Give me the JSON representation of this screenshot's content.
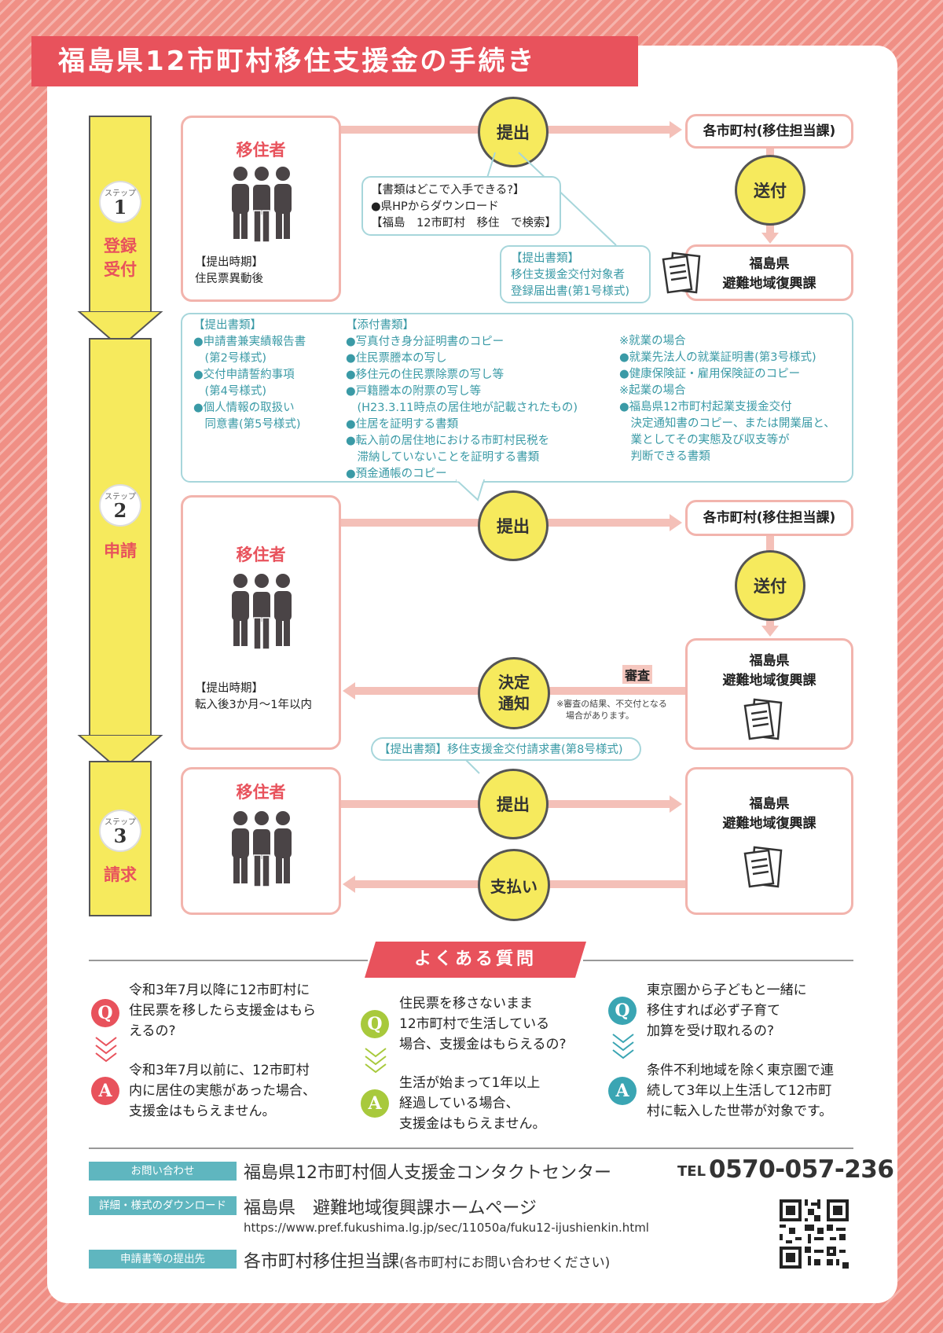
{
  "title": "福島県12市町村移住支援金の手続き",
  "colors": {
    "accent_red": "#e8525c",
    "yellow": "#f6ea5d",
    "teal": "#3a9aa6",
    "pink_line": "#f4c0b8"
  },
  "steps": [
    {
      "label": "ステップ",
      "number": "1",
      "name_line1": "登録",
      "name_line2": "受付"
    },
    {
      "label": "ステップ",
      "number": "2",
      "name_line1": "申請",
      "name_line2": ""
    },
    {
      "label": "ステップ",
      "number": "3",
      "name_line1": "請求",
      "name_line2": ""
    }
  ],
  "mover_label": "移住者",
  "people_icon": "people-group-icon",
  "document_icon": "documents-icon",
  "step1": {
    "timing_label": "【提出時期】",
    "timing_value": "住民票異動後",
    "submit": "提出",
    "dest_municipality": "各市町村(移住担当課)",
    "send": "送付",
    "dest_pref_line1": "福島県",
    "dest_pref_line2": "避難地域復興課",
    "where_line1": "【書類はどこで入手できる?】",
    "where_line2": "●県HPからダウンロード",
    "where_line3": "【福島　12市町村　移住　で検索】",
    "docs_label": "【提出書類】",
    "docs_line1": "移住支援金交付対象者",
    "docs_line2": "登録届出書(第1号様式)"
  },
  "step2_docs": {
    "col1_head": "【提出書類】",
    "col1_items": [
      "●申請書兼実績報告書",
      "　(第2号様式)",
      "●交付申請誓約事項",
      "　(第4号様式)",
      "●個人情報の取扱い",
      "　同意書(第5号様式)"
    ],
    "col2_head": "【添付書類】",
    "col2_items": [
      "●写真付き身分証明書のコピー",
      "●住民票謄本の写し",
      "●移住元の住民票除票の写し等",
      "●戸籍謄本の附票の写し等",
      "　(H23.3.11時点の居住地が記載されたもの)",
      "●住居を証明する書類",
      "●転入前の居住地における市町村民税を",
      "　滞納していないことを証明する書類",
      "●預金通帳のコピー"
    ],
    "col3_items": [
      "※就業の場合",
      "●就業先法人の就業証明書(第3号様式)",
      "●健康保険証・雇用保険証のコピー",
      "※起業の場合",
      "●福島県12市町村起業支援金交付",
      "　決定通知書のコピー、または開業届と、",
      "　業としてその実態及び収支等が",
      "　判断できる書類"
    ]
  },
  "step2": {
    "timing_label": "【提出時期】",
    "timing_value": "転入後3か月〜1年以内",
    "submit": "提出",
    "dest_municipality": "各市町村(移住担当課)",
    "send": "送付",
    "dest_pref_line1": "福島県",
    "dest_pref_line2": "避難地域復興課",
    "review": "審査",
    "decision_line1": "決定",
    "decision_line2": "通知",
    "note_line1": "※審査の結果、不交付となる",
    "note_line2": "場合があります。"
  },
  "step3": {
    "docs_label": "【提出書類】",
    "docs_value": "移住支援金交付請求書(第8号様式)",
    "submit": "提出",
    "pay": "支払い",
    "dest_pref_line1": "福島県",
    "dest_pref_line2": "避難地域復興課"
  },
  "faq": {
    "heading": "よくある質問",
    "items": [
      {
        "q_mark": "Q",
        "a_mark": "A",
        "color": "#e8525c",
        "q": [
          "令和3年7月以降に12市町村に",
          "住民票を移したら支援金はもら",
          "えるの?"
        ],
        "a": [
          "令和3年7月以前に、12市町村",
          "内に居住の実態があった場合、",
          "支援金はもらえません。"
        ]
      },
      {
        "q_mark": "Q",
        "a_mark": "A",
        "color": "#a8c93c",
        "q": [
          "住民票を移さないまま",
          "12市町村で生活している",
          "場合、支援金はもらえるの?"
        ],
        "a": [
          "生活が始まって1年以上",
          "経過している場合、",
          "支援金はもらえません。"
        ]
      },
      {
        "q_mark": "Q",
        "a_mark": "A",
        "color": "#3aa5b3",
        "q": [
          "東京圏から子どもと一緒に",
          "移住すれば必ず子育て",
          "加算を受け取れるの?"
        ],
        "a": [
          "条件不利地域を除く東京圏で連",
          "続して3年以上生活して12市町",
          "村に転入した世帯が対象です。"
        ]
      }
    ]
  },
  "contact": {
    "inquiry_label": "お問い合わせ",
    "inquiry_value": "福島県12市町村個人支援金コンタクトセンター",
    "tel_mark": "TEL",
    "tel_number": "0570-057-236",
    "download_label": "詳細・様式のダウンロード",
    "download_value": "福島県　避難地域復興課ホームページ",
    "download_url": "https://www.pref.fukushima.lg.jp/sec/11050a/fuku12-ijushienkin.html",
    "submit_label": "申請書等の提出先",
    "submit_value": "各市町村移住担当課",
    "submit_note": "(各市町村にお問い合わせください)",
    "qr_icon": "qr-code-icon"
  }
}
